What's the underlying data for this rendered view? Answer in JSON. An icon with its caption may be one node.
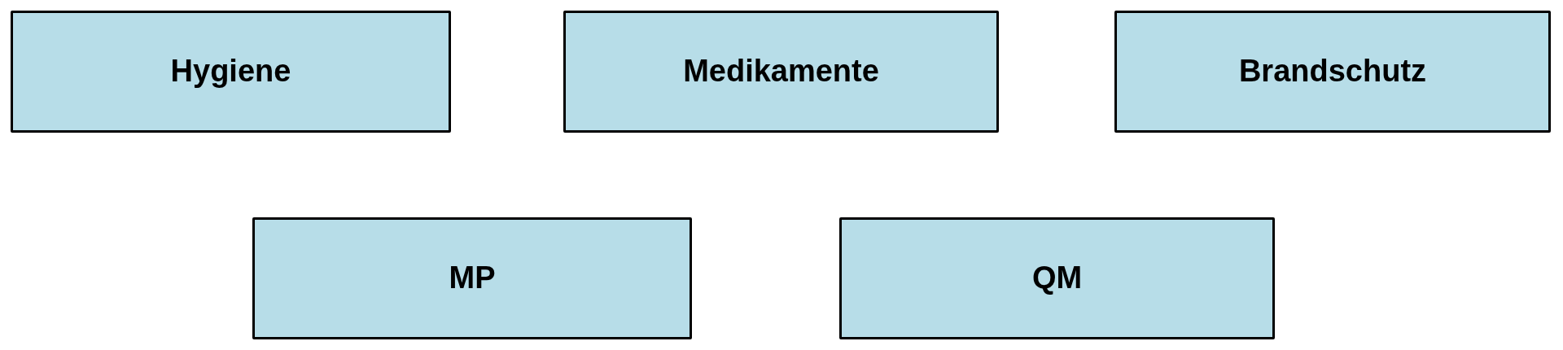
{
  "diagram": {
    "nodes": [
      {
        "text": [
          "Hygiene"
        ]
      },
      {
        "text": [
          "Medikamente"
        ]
      },
      {
        "text": [
          "Brandschutz"
        ]
      },
      {
        "text": [
          "MP"
        ]
      },
      {
        "text": [
          "QM"
        ]
      }
    ]
  }
}
